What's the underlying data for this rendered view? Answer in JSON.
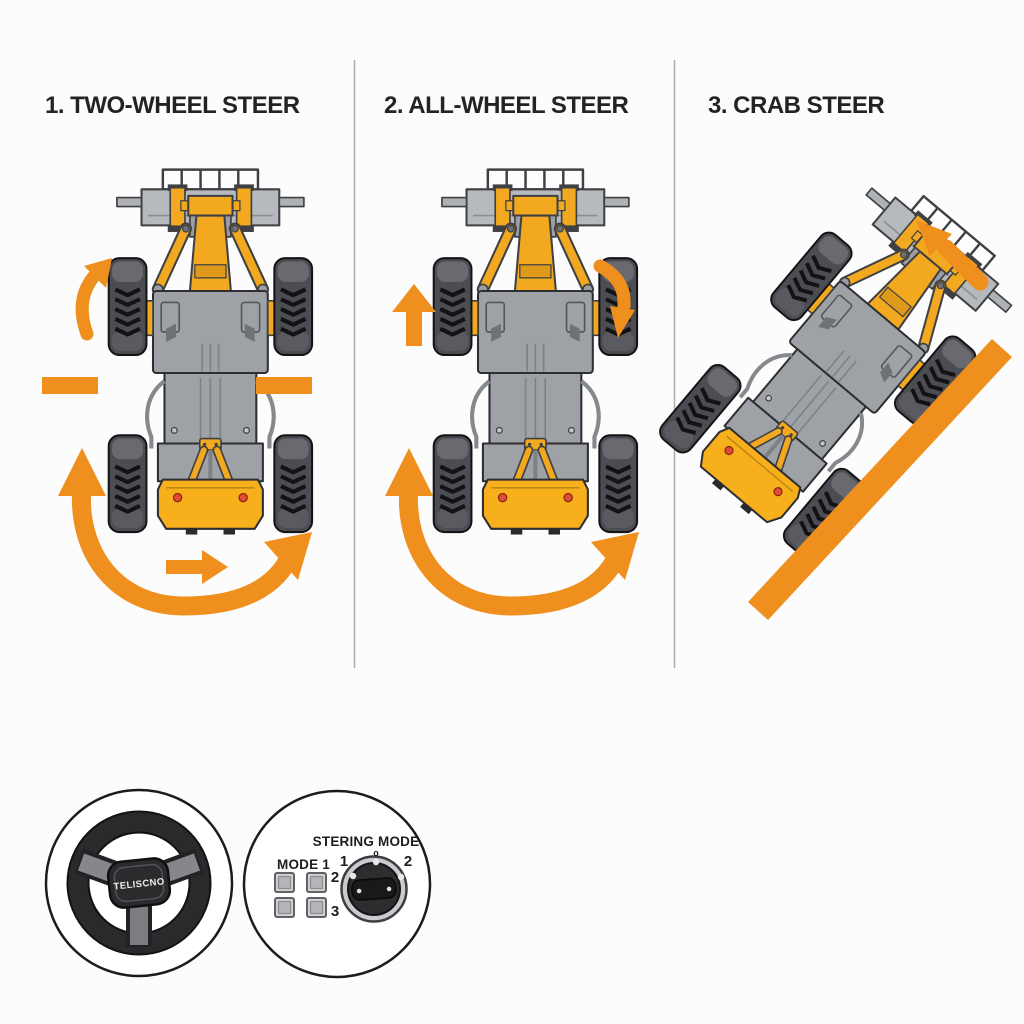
{
  "panels": [
    {
      "title": "1. TWO-WHEEL STEER"
    },
    {
      "title": "2. ALL-WHEEL STEER"
    },
    {
      "title": "3. CRAB STEER"
    }
  ],
  "controls": {
    "steering_wheel": {
      "hub_label": "TELISCNO"
    },
    "mode_selector": {
      "title": "STERING MODE",
      "mode_label": "MODE 1",
      "dial_labels": {
        "zero": "o",
        "one": "1",
        "two_right": "2",
        "two_left": "2",
        "three": "3"
      }
    }
  },
  "colors": {
    "arrow_orange": "#EE8F1E",
    "vehicle_yellow": "#F2A81F",
    "counterweight_yellow": "#F7B01C",
    "chassis_gray": "#9EA2A7",
    "wheel_dark": "#4C4D52",
    "outline_dark": "#2E2E32",
    "red_marker": "#E04B33",
    "heading_text": "#232323"
  },
  "icons": {
    "arrows": [
      "curved-turn-arrow",
      "straight-up-arrow",
      "curved-down-arrow",
      "u-swing-arrow",
      "right-arrow",
      "diagonal-up-left-arrow"
    ],
    "wall_bar": "diagonal-orange-bar"
  }
}
